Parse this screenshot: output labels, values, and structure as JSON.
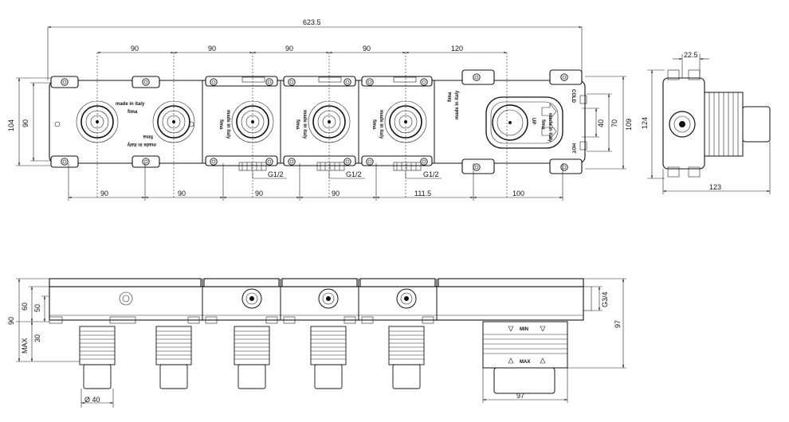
{
  "dimensions": {
    "overall_length": "623.5",
    "top_spacings": [
      "90",
      "90",
      "90",
      "90",
      "120"
    ],
    "bottom_spacings": [
      "90",
      "90",
      "90",
      "90",
      "111.5",
      "100"
    ],
    "height_outer": "104",
    "height_inner": "90",
    "right_70": "70",
    "right_40": "40",
    "right_109": "109",
    "thread_g12": "G1/2",
    "side_top": "22.5",
    "side_height": "124",
    "side_width": "123",
    "front_90": "90",
    "front_60": "60",
    "front_50": "50",
    "front_30": "30",
    "front_max": "MAX",
    "front_97v": "97",
    "front_97h": "97",
    "diameter_40": "Ø 40",
    "thread_g34": "G3/4"
  },
  "labels": {
    "made_in_italy": "made in italy",
    "fima": "fima",
    "cold": "COLD",
    "hot": "HOT",
    "up": "UP",
    "min": "MIN",
    "max": "MAX"
  }
}
